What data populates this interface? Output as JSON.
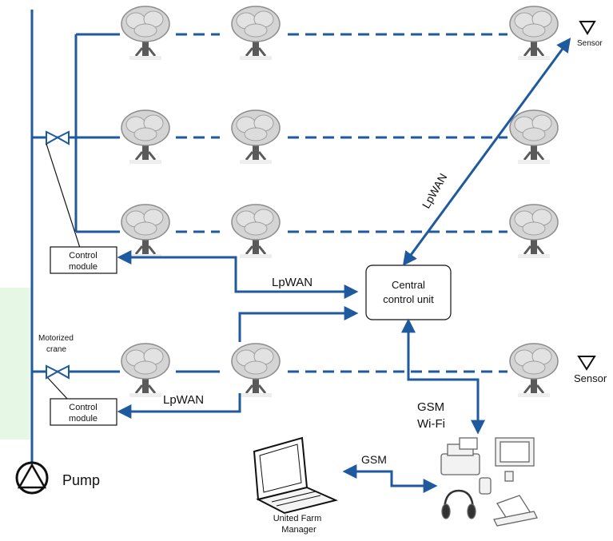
{
  "colors": {
    "pipe": "#1f5a9e",
    "line": "#111111",
    "tree_canopy": "#cfcfcf",
    "tree_trunk": "#5a5a5a",
    "accent_green": "#e6f7e6"
  },
  "labels": {
    "sensor_top": "Sensor",
    "sensor_mid": "Sensor",
    "control_module_top_line1": "Control",
    "control_module_top_line2": "module",
    "control_module_bottom_line1": "Control",
    "control_module_bottom_line2": "module",
    "motorized_crane_line1": "Motorized",
    "motorized_crane_line2": "crane",
    "lpwan_diag": "LpWAN",
    "lpwan_center": "LpWAN",
    "lpwan_bottom": "LpWAN",
    "central_line1": "Central",
    "central_line2": "control unit",
    "gsm_wifi_line1": "GSM",
    "gsm_wifi_line2": "Wi-Fi",
    "gsm_bottom": "GSM",
    "pump": "Pump",
    "manager_line1": "United Farm",
    "manager_line2": "Manager"
  },
  "icons": [
    "tree-icon",
    "sensor-triangle-icon",
    "valve-icon",
    "pump-icon",
    "laptop-icon",
    "devices-icon"
  ]
}
